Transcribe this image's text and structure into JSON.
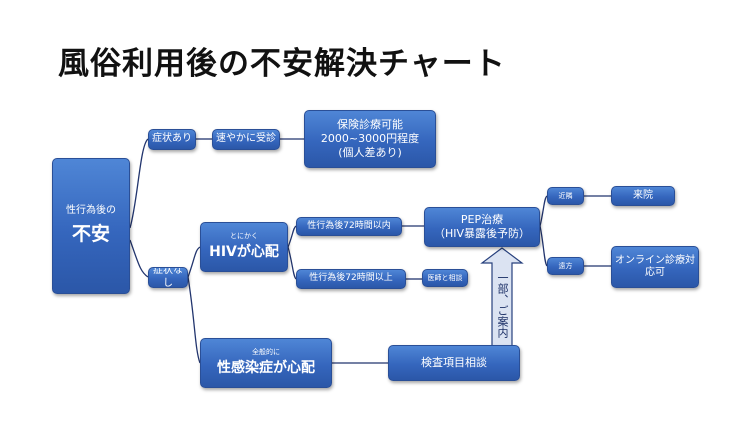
{
  "title": "風俗利用後の不安解決チャート",
  "nodes": {
    "root_top": "性行為後の",
    "root_main": "不安",
    "symptom_yes": "症状あり",
    "symptom_no": "症状なし",
    "go_clinic": "速やかに受診",
    "insurance_line1": "保険診療可能",
    "insurance_line2": "2000~3000円程度",
    "insurance_line3": "(個人差あり)",
    "hiv_top": "とにかく",
    "hiv_main": "HIVが心配",
    "within72": "性行為後72時間以内",
    "over72": "性行為後72時間以上",
    "consult_doctor": "医師と相談",
    "pep_line1": "PEP治療",
    "pep_line2": "（HIV暴露後予防）",
    "near": "近隣",
    "far": "遠方",
    "visit": "来院",
    "online_line1": "オンライン診療対",
    "online_line2": "応可",
    "std_top": "全般的に",
    "std_main": "性感染症が心配",
    "test_consult": "検査項目相談",
    "arrow_label": "一部、ご案内"
  },
  "colors": {
    "box_fill": "#3566bd",
    "box_border": "#2a4f97",
    "connector": "#22356e",
    "arrow_fill": "#dbe3f2",
    "arrow_stroke": "#27407d"
  }
}
